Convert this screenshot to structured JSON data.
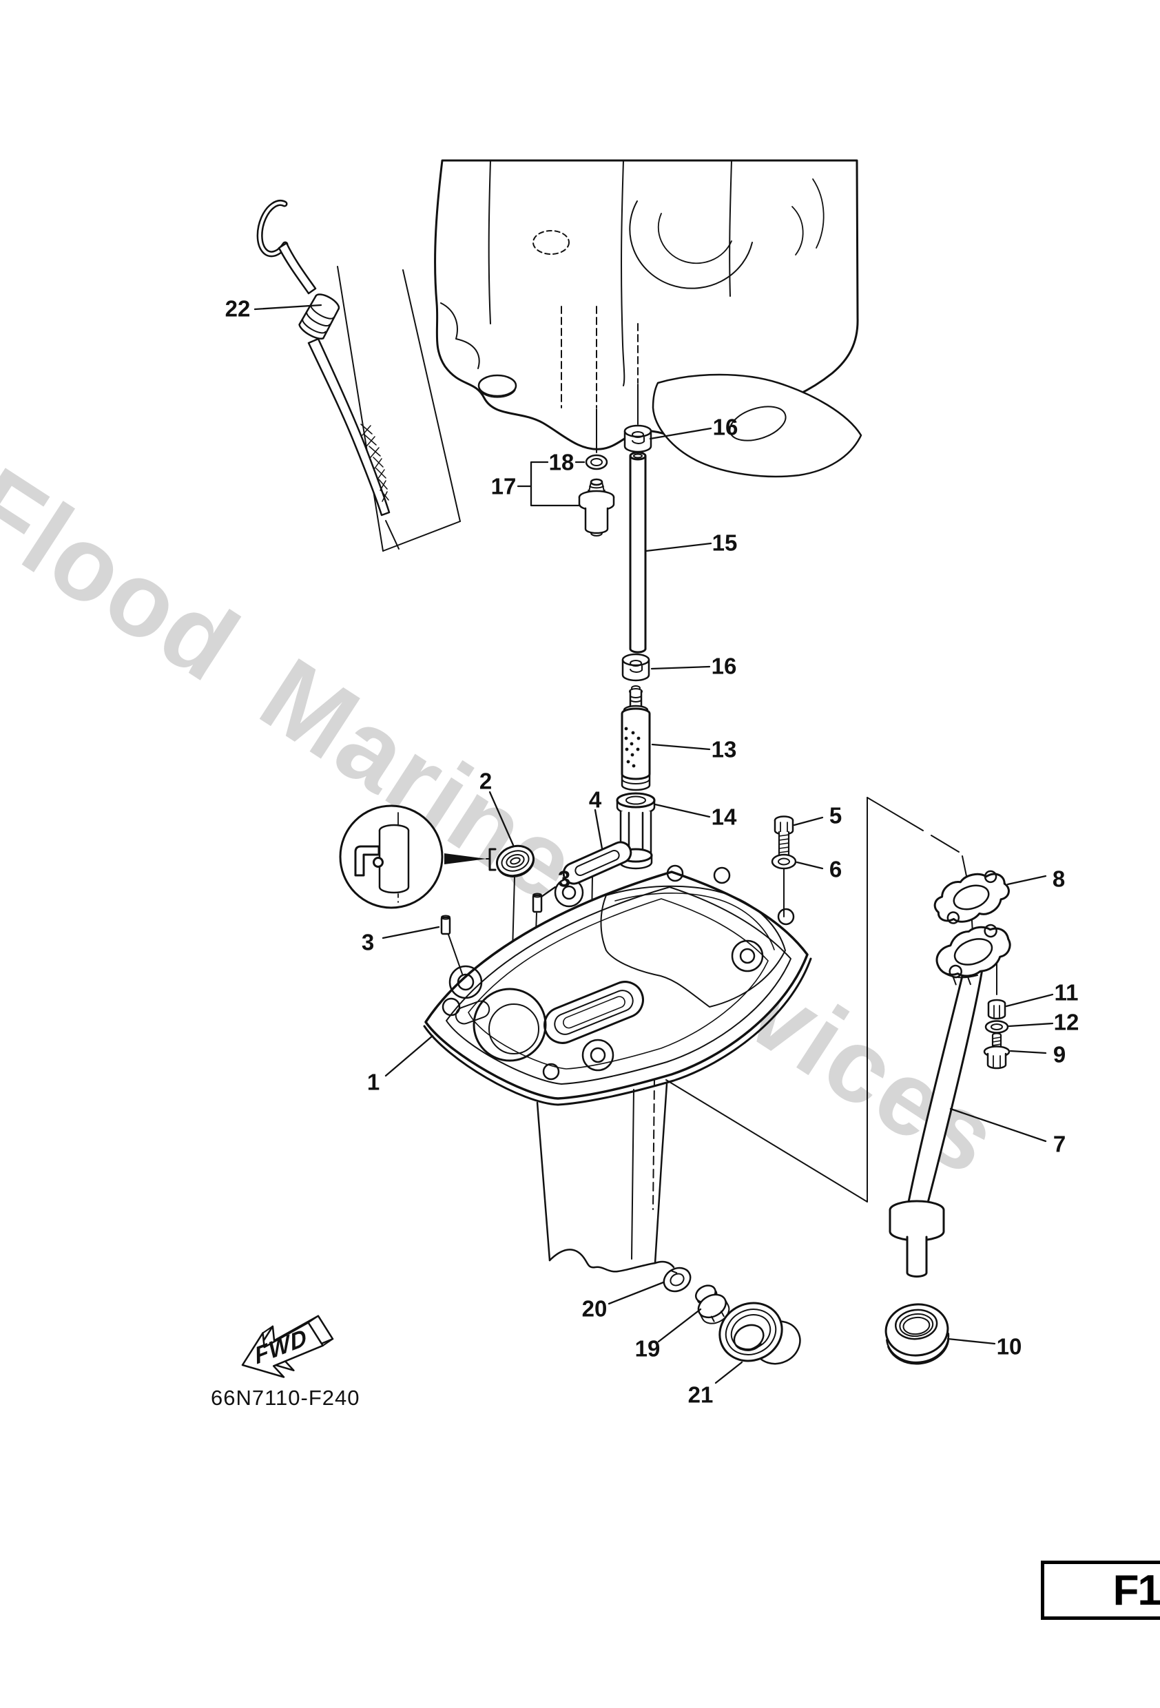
{
  "diagram": {
    "code": "66N7110-F240",
    "page_label": "F1",
    "fwd_label": "FWD",
    "watermark": "Flood Marine Services",
    "colors": {
      "line": "#111111",
      "watermark": "#d6d6d6",
      "background": "#ffffff"
    }
  },
  "callouts": [
    {
      "label": "22"
    },
    {
      "label": "16"
    },
    {
      "label": "18"
    },
    {
      "label": "17"
    },
    {
      "label": "15"
    },
    {
      "label": "16"
    },
    {
      "label": "13"
    },
    {
      "label": "14"
    },
    {
      "label": "2"
    },
    {
      "label": "4"
    },
    {
      "label": "3"
    },
    {
      "label": "3"
    },
    {
      "label": "1"
    },
    {
      "label": "5"
    },
    {
      "label": "6"
    },
    {
      "label": "8"
    },
    {
      "label": "11"
    },
    {
      "label": "12"
    },
    {
      "label": "9"
    },
    {
      "label": "7"
    },
    {
      "label": "20"
    },
    {
      "label": "19"
    },
    {
      "label": "21"
    },
    {
      "label": "10"
    }
  ]
}
